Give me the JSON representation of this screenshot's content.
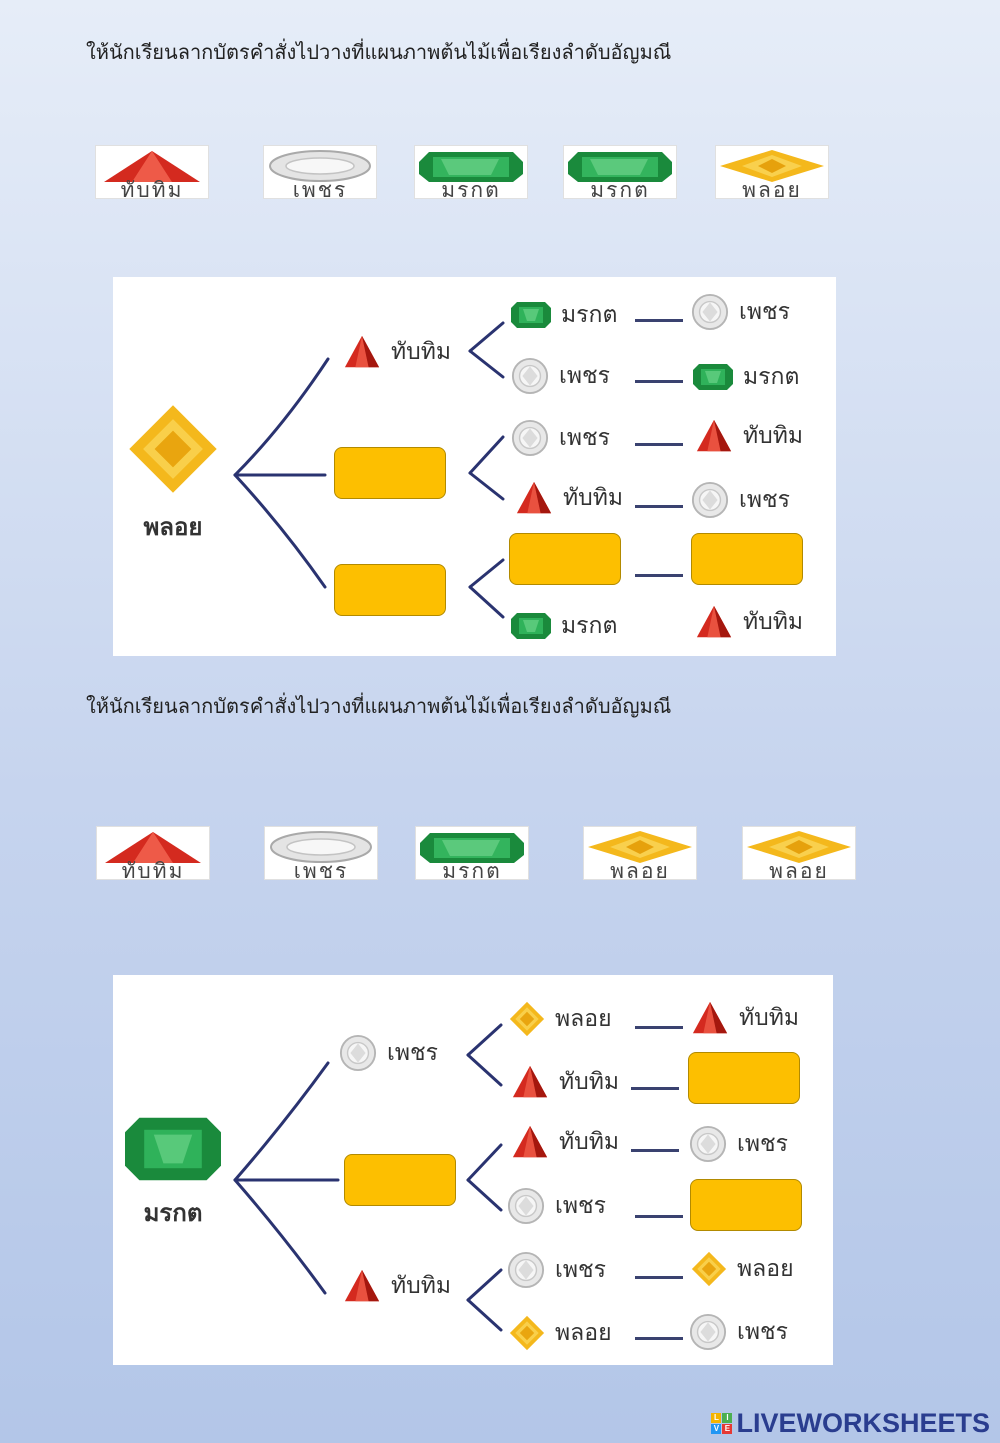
{
  "section1": {
    "instruction": "ให้นักเรียนลากบัตรคำสั่งไปวางที่แผนภาพต้นไม้เพื่อเรียงลำดับอัญมณี",
    "cards": [
      "ทับทิม",
      "เพชร",
      "มรกต",
      "มรกต",
      "พลอย"
    ],
    "tree": {
      "root": "พลอย",
      "branch1": "ทับทิม",
      "leaves": [
        "มรกต",
        "เพชร",
        "เพชร",
        "มรกต",
        "เพชร",
        "ทับทิม",
        "ทับทิม",
        "เพชร",
        "มรกต",
        "ทับทิม"
      ]
    }
  },
  "section2": {
    "instruction": "ให้นักเรียนลากบัตรคำสั่งไปวางที่แผนภาพต้นไม้เพื่อเรียงลำดับอัญมณี",
    "cards": [
      "ทับทิม",
      "เพชร",
      "มรกต",
      "พลอย",
      "พลอย"
    ],
    "tree": {
      "root": "มรกต",
      "branch1": "เพชร",
      "branch3": "ทับทิม",
      "leaves": [
        "พลอย",
        "ทับทิม",
        "ทับทิม",
        "ทับทิม",
        "เพชร",
        "เพชร",
        "เพชร",
        "พลอย",
        "พลอย",
        "เพชร"
      ]
    }
  },
  "brand": {
    "logo_letters": [
      "L",
      "I",
      "V",
      "E"
    ],
    "text": "LIVEWORKSHEETS"
  },
  "colors": {
    "slot": "#fdbf00",
    "ruby": "#d42a1f",
    "emerald": "#1f9a45",
    "sapphire": "#f4b81c",
    "diamond": "#cfcfcf",
    "branch": "#2a3370"
  }
}
